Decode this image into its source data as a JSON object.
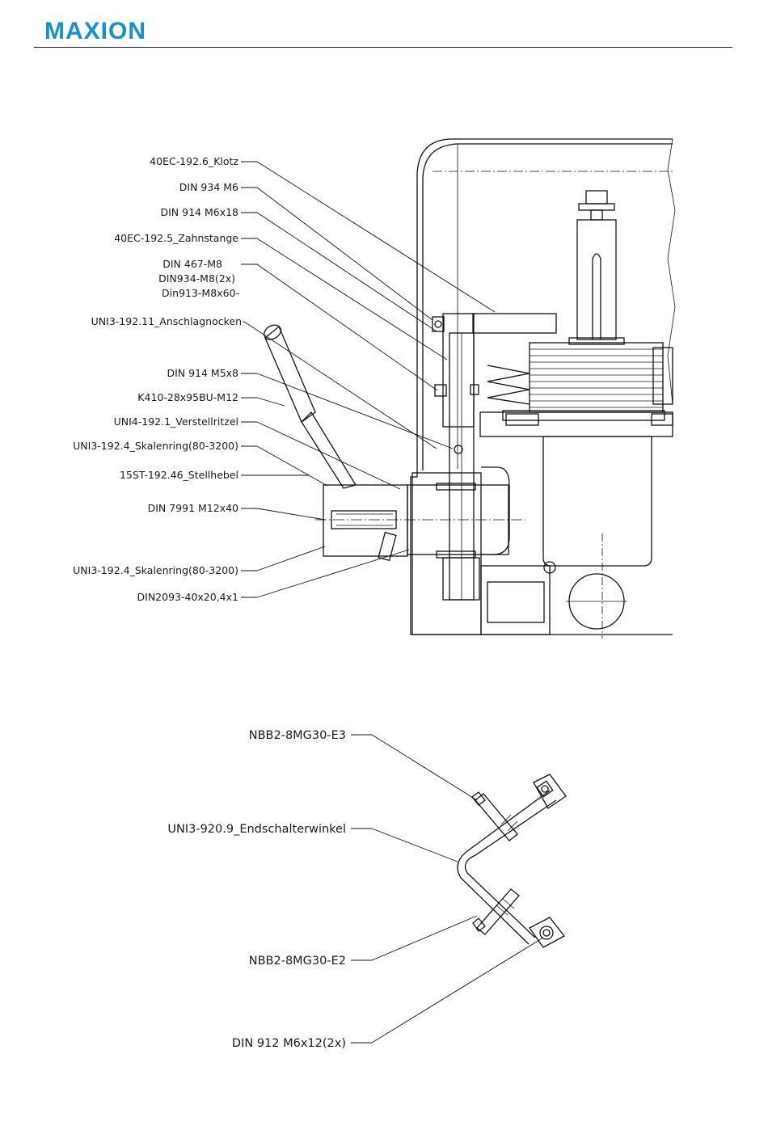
{
  "header": {
    "logo_text": "MAXION",
    "brand_color": "#1a8fce"
  },
  "diagram_top": {
    "labels": [
      "40EC-192.6_Klotz",
      "DIN 934 M6",
      "DIN 914 M6x18",
      "40EC-192.5_Zahnstange",
      "DIN 467-M8",
      "DIN934-M8(2x)",
      "Din913-M8x60-",
      "UNI3-192.11_Anschlagnocken",
      "DIN 914 M5x8",
      "K410-28x95BU-M12",
      "UNI4-192.1_Verstellritzel",
      "UNI3-192.4_Skalenring(80-3200)",
      "15ST-192.46_Stellhebel",
      "DIN 7991 M12x40",
      "UNI3-192.4_Skalenring(80-3200)",
      "DIN2093-40x20,4x1"
    ]
  },
  "diagram_bottom": {
    "labels": [
      "NBB2-8MG30-E3",
      "UNI3-920.9_Endschalterwinkel",
      "NBB2-8MG30-E2",
      "DIN 912 M6x12(2x)"
    ]
  }
}
